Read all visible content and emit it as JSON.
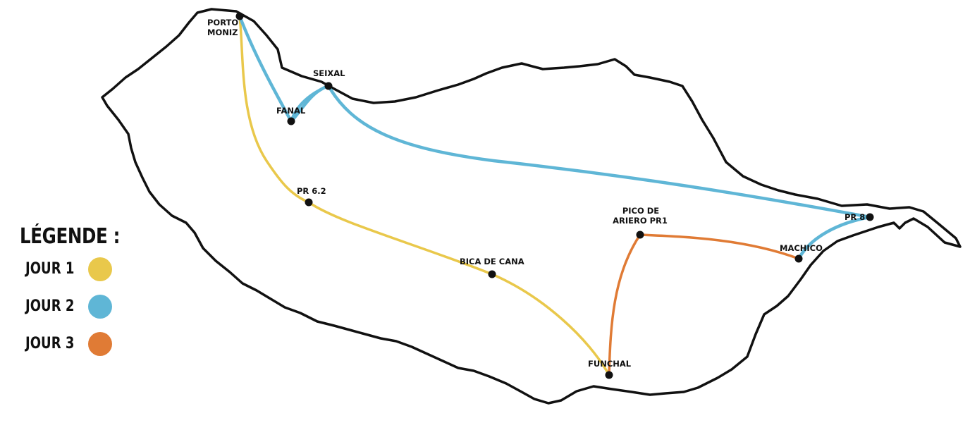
{
  "legend": {
    "title": "LÉGENDE :",
    "items": [
      {
        "label": "JOUR 1",
        "color": "#e9c84b"
      },
      {
        "label": "JOUR 2",
        "color": "#5fb6d6"
      },
      {
        "label": "JOUR 3",
        "color": "#e07b35"
      }
    ]
  },
  "places": {
    "porto_moniz": [
      "PORTO",
      "MONIZ"
    ],
    "seixal": "SEIXAL",
    "fanal": "FANAL",
    "pr62": "PR 6.2",
    "bica": "BICA DE CANA",
    "pico": [
      "PICO DE",
      "ARIERO PR1"
    ],
    "pr8": "PR 8",
    "machico": "MACHICO",
    "funchal": "FUNCHAL"
  },
  "map": {
    "outline_color": "#111111"
  }
}
